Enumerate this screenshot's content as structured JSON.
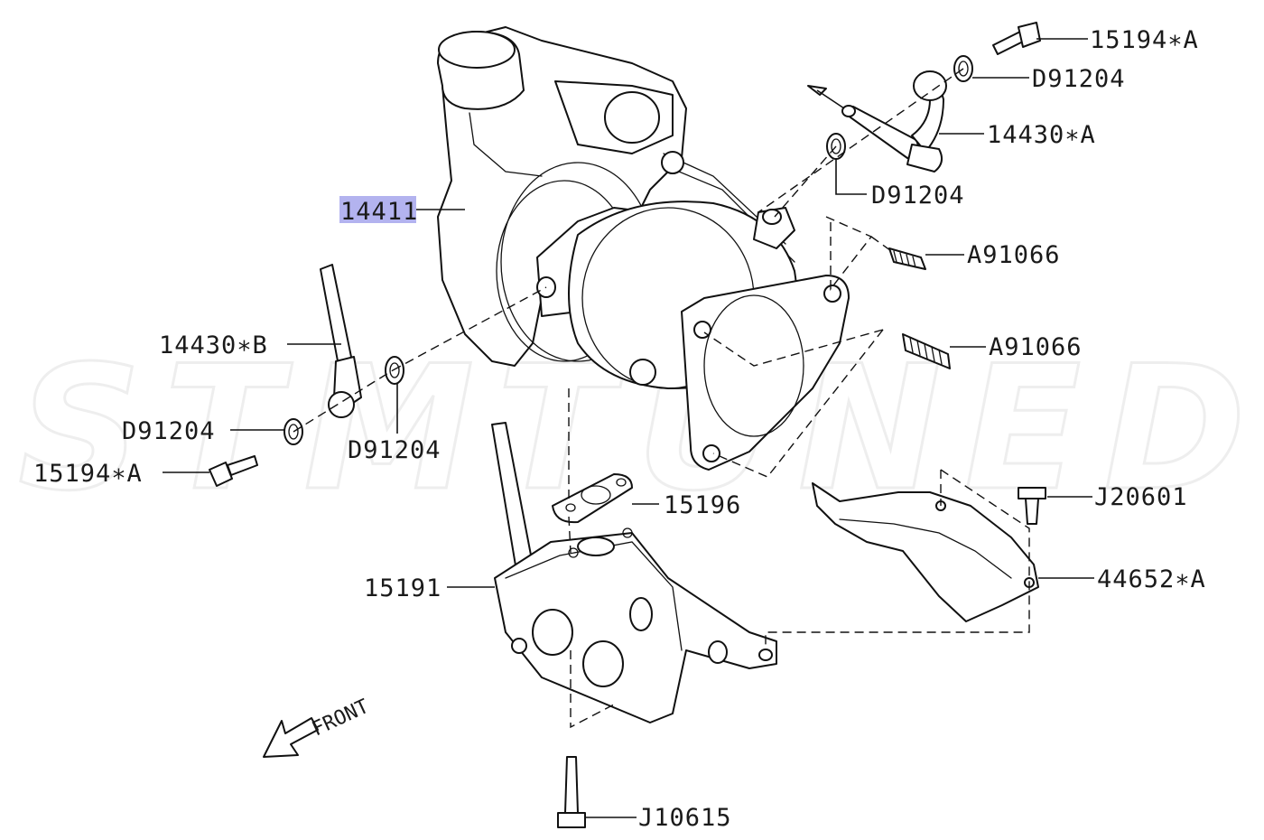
{
  "diagram": {
    "highlight_color": "#b3b3ef",
    "line_color": "#111111",
    "callouts": {
      "turbocharger": "14411",
      "bolt_top": "15194∗A",
      "washer_top_1": "D91204",
      "oil_pipe_a": "14430∗A",
      "washer_top_2": "D91204",
      "stud_upper": "A91066",
      "stud_lower": "A91066",
      "oil_pipe_b": "14430∗B",
      "washer_left_1": "D91204",
      "washer_left_2": "D91204",
      "bolt_left": "15194∗A",
      "gasket": "15196",
      "bolt_heatshield": "J20601",
      "heat_shield": "44652∗A",
      "exhaust_manifold": "15191",
      "bolt_bottom": "J10615"
    },
    "front_label": "FRONT",
    "watermark": "STMTUNED"
  }
}
